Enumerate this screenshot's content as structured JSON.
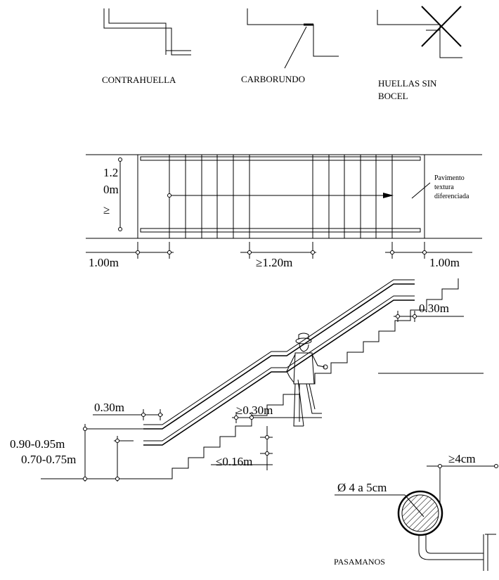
{
  "details": {
    "riser_label": "CONTRAHUELLA",
    "carborundum_label": "CARBORUNDO",
    "no_nosing_label_1": "HUELLAS SIN",
    "no_nosing_label_2": "BOCEL"
  },
  "plan": {
    "width_label_1": "1.2",
    "width_label_2": "0m",
    "width_label_3": "≥",
    "pavement_note_1": "Pavimento",
    "pavement_note_2": "textura",
    "pavement_note_3": "diferenciada",
    "left_landing_label": "1.00m",
    "center_label": "≥1.20m",
    "right_landing_label": "1.00m"
  },
  "section": {
    "top_extension_label": "0.30m",
    "bottom_extension_label": "0.30m",
    "tread_label": "≥0.30m",
    "riser_label": "≤0.16m",
    "upper_rail_height_label": "0.90-0.95m",
    "lower_rail_height_label": "0.70-0.75m"
  },
  "handrail": {
    "diameter_label": "Ø 4 a 5cm",
    "wall_gap_label": "≥4cm",
    "title": "PASAMANOS"
  }
}
